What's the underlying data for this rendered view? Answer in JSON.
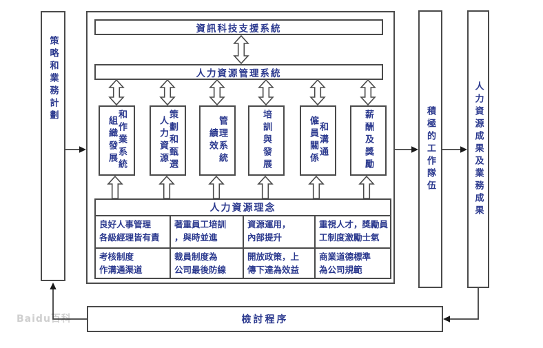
{
  "diagram": {
    "left_box_label": "策略和業務計劃",
    "it_system_label": "資訊科技支援系統",
    "hrm_system_label": "人力資源管理系統",
    "function_boxes": [
      {
        "columns": [
          "組織發展",
          "和作業系統"
        ]
      },
      {
        "columns": [
          "人力資源",
          "策劃和甄選"
        ]
      },
      {
        "columns": [
          "績效",
          "管理系統"
        ]
      },
      {
        "columns": [
          "培訓與發展"
        ]
      },
      {
        "columns": [
          "僱員關係",
          "和溝通"
        ]
      },
      {
        "columns": [
          "薪酬及獎勵"
        ]
      }
    ],
    "philosophy": {
      "title": "人力資源理念",
      "row1": [
        "良好人事管理\n各級經理皆有責",
        "著重員工培訓\n，與時並進",
        "資源運用，\n內部提升",
        "重視人才，獎勵員工制度激勵士氣"
      ],
      "row2": [
        "考核制度\n作溝通渠道",
        "裁員制度為\n公司最後防線",
        "開放政策，上\n傳下達為效益",
        "商業道德標準\n為公司規範"
      ]
    },
    "workforce_box_label": "積極的工作隊伍",
    "results_box_label": "人力資源成果及業務成果",
    "review_box_label": "檢討程序",
    "watermark": "Baidu百科"
  },
  "colors": {
    "text_navy": "#2c3a8f",
    "line_gray": "#4a4a4a",
    "background": "#ffffff"
  }
}
